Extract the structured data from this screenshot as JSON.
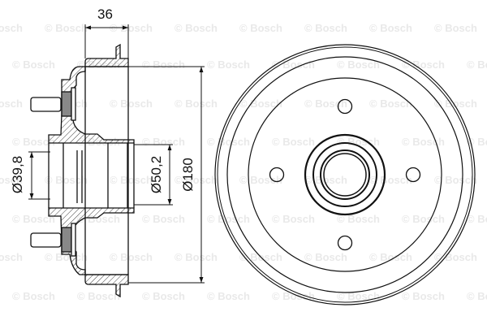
{
  "drawing": {
    "subject": "Brake drum technical drawing",
    "views": [
      "section-view",
      "front-view"
    ],
    "line_color": "#111111",
    "watermark_color": "#e9e9e9"
  },
  "dimensions": {
    "width": "36",
    "inner_bore": "Ø39,8",
    "centering_diameter": "Ø50,2",
    "drum_diameter": "Ø180"
  },
  "watermark": {
    "text": "© Bosch"
  },
  "front_view": {
    "bolt_holes": 4
  }
}
